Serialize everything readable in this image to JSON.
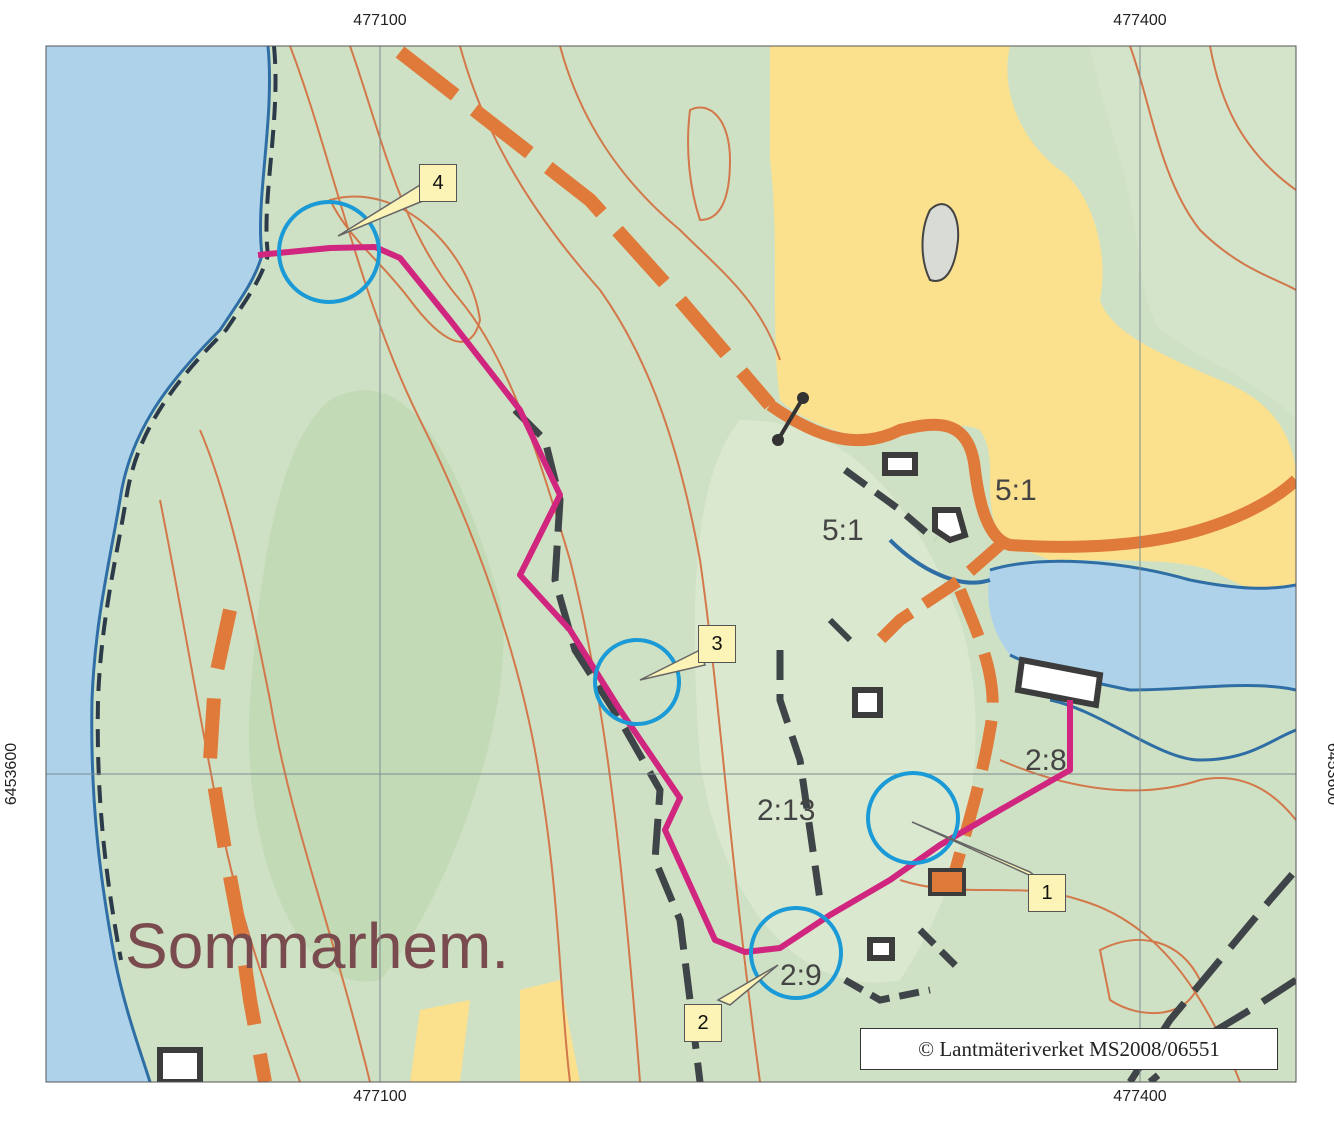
{
  "coordinates": {
    "easting_left": "477100",
    "easting_right": "477400",
    "northing": "6453600"
  },
  "map_labels": {
    "place_name": "Sommarhem.",
    "parcel_5_1_a": "5:1",
    "parcel_5_1_b": "5:1",
    "parcel_2_8": "2:8",
    "parcel_2_13": "2:13",
    "parcel_2_9": "2:9"
  },
  "callouts": [
    {
      "number": "1"
    },
    {
      "number": "2"
    },
    {
      "number": "3"
    },
    {
      "number": "4"
    }
  ],
  "copyright": "© Lantmäteriverket MS2008/06551",
  "colors": {
    "water": "#aed2ea",
    "forest": "#cfe1c4",
    "field": "#fbe08e",
    "road": "#e07a3a",
    "route": "#d0267f",
    "circle": "#1a9ad6",
    "contour": "#d2784a",
    "building": "#444444"
  }
}
